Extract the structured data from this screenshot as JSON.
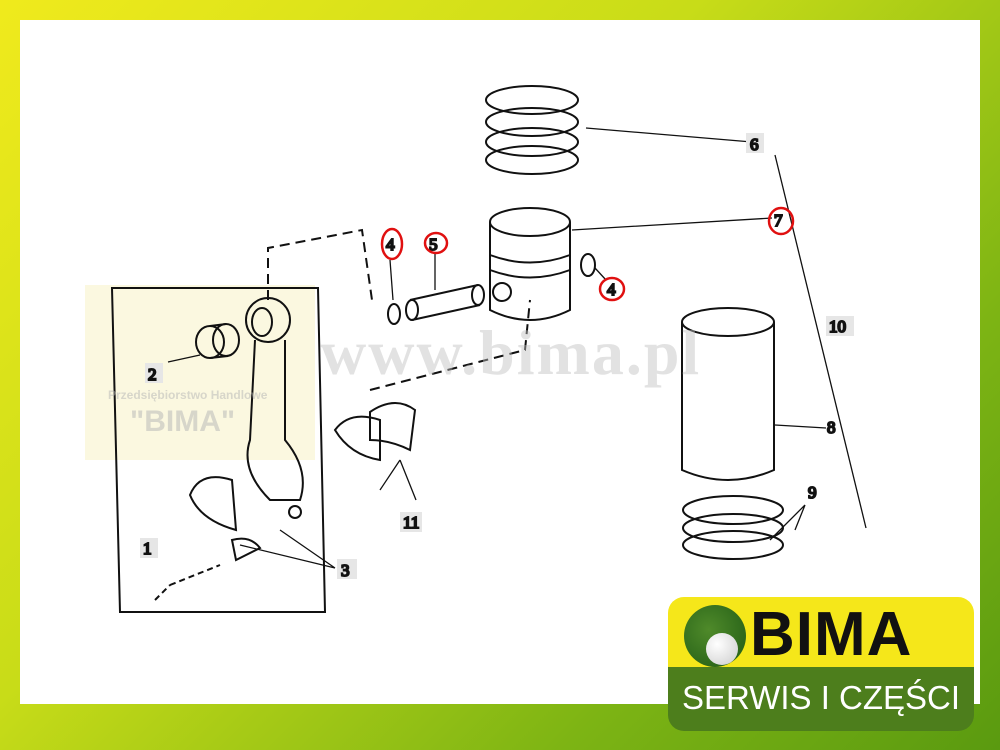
{
  "labels": {
    "l1": "1",
    "l2": "2",
    "l3": "3",
    "l4a": "4",
    "l5": "5",
    "l4b": "4",
    "l6": "6",
    "l7": "7",
    "l8": "8",
    "l9": "9",
    "l10": "10",
    "l11": "11"
  },
  "watermark": {
    "url": "www.bima.pl",
    "company": "Przedsiębiorstwo Handlowe",
    "name": "\"BIMA\""
  },
  "logo": {
    "name": "BIMA",
    "tagline": "SERWIS I CZĘŚCI"
  },
  "colors": {
    "highlight": "#e01010",
    "yellow": "#f5e71a",
    "green": "#4d7e1c"
  }
}
